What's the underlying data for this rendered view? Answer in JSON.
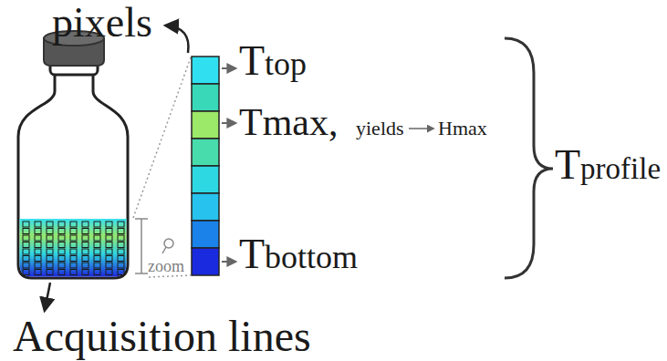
{
  "diagram": {
    "labels": [
      "pixels",
      "Ttop",
      "Tmax,",
      "yields",
      "Hmax",
      "Tprofile",
      "zoom",
      "Tbottom",
      "Acquisition lines"
    ]
  }
}
